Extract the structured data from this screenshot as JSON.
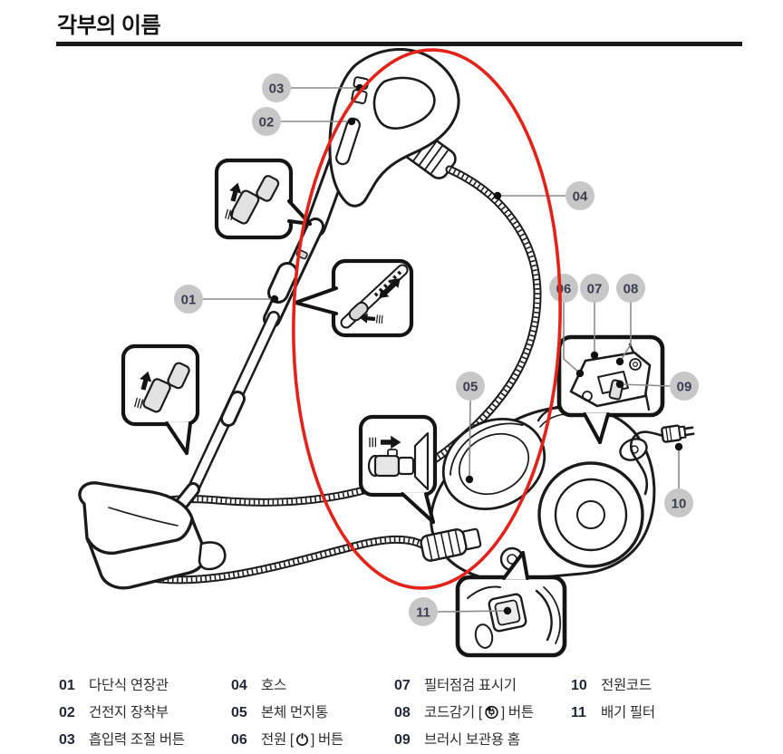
{
  "page": {
    "title": "각부의 이름"
  },
  "diagram": {
    "type": "parts-diagram",
    "subject": "canister vacuum cleaner parts overview",
    "highlight_color": "#e2231a",
    "badge_color": "#c7c7c7",
    "badge_text_color": "#3d3d52",
    "callouts": [
      "01",
      "02",
      "03",
      "04",
      "05",
      "06",
      "07",
      "08",
      "09",
      "10",
      "11"
    ]
  },
  "legend": {
    "columns": [
      [
        {
          "num": "01",
          "label": "다단식 연장관"
        },
        {
          "num": "02",
          "label": "건전지 장착부"
        },
        {
          "num": "03",
          "label": "흡입력 조절 버튼"
        }
      ],
      [
        {
          "num": "04",
          "label": "호스"
        },
        {
          "num": "05",
          "label": "본체 먼지통"
        },
        {
          "num": "06",
          "label": "전원 [{icon}] 버튼",
          "icon": "power-icon"
        }
      ],
      [
        {
          "num": "07",
          "label": "필터점검 표시기"
        },
        {
          "num": "08",
          "label": "코드감기 [{icon}] 버튼",
          "icon": "cord-rewind-icon"
        },
        {
          "num": "09",
          "label": "브러시 보관용 홈"
        }
      ],
      [
        {
          "num": "10",
          "label": "전원코드"
        },
        {
          "num": "11",
          "label": "배기 필터"
        }
      ]
    ]
  }
}
